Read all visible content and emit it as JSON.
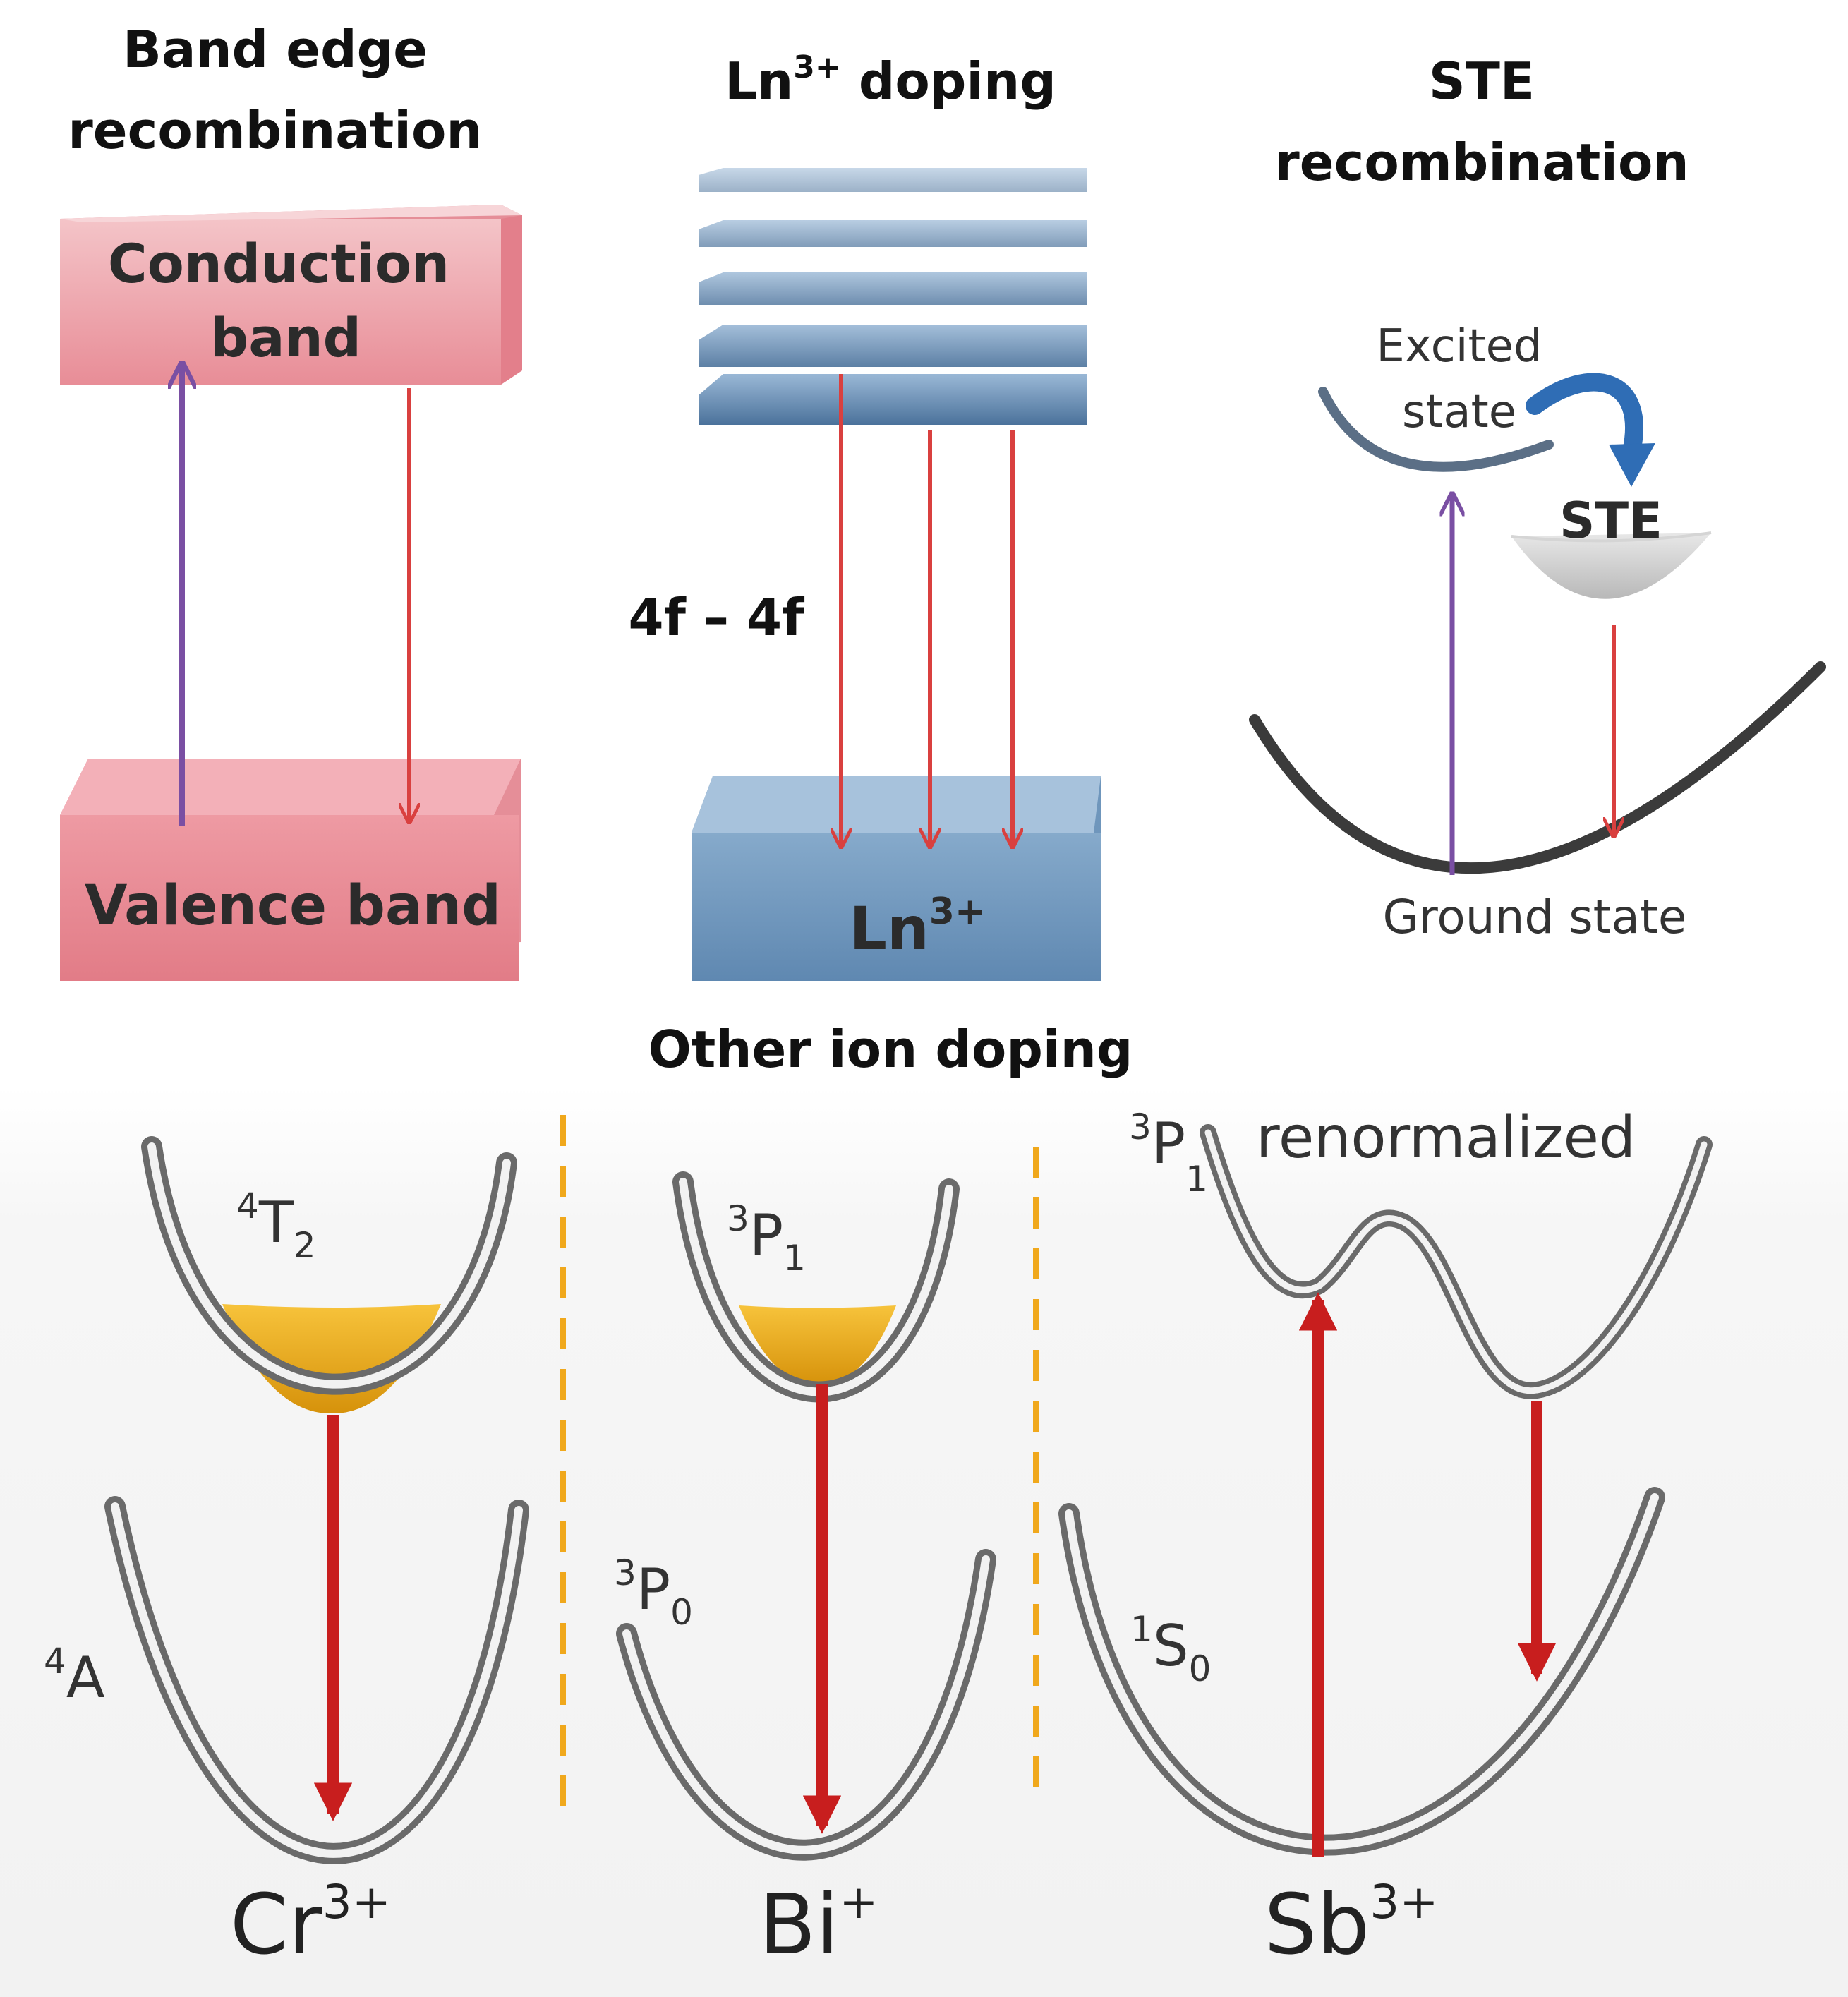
{
  "panels": {
    "band_edge": {
      "title_line1": "Band edge",
      "title_line2": "recombination",
      "conduction_line1": "Conduction",
      "conduction_line2": "band",
      "valence": "Valence band"
    },
    "ln_doping": {
      "title_base": "Ln",
      "title_sup": "3+",
      "title_rest": " doping",
      "transition": "4f – 4f",
      "ground_base": "Ln",
      "ground_sup": "3+"
    },
    "ste": {
      "title_line1": "STE",
      "title_line2": "recombination",
      "excited_line1": "Excited",
      "excited_line2": "state",
      "ste_label": "STE",
      "ground": "Ground state"
    }
  },
  "other_ion": {
    "title": "Other ion doping",
    "cr": {
      "excited_sup": "4",
      "excited_base": "T",
      "excited_sub": "2",
      "ground_sup": "4",
      "ground_base": "A",
      "ion_base": "Cr",
      "ion_sup": "3+"
    },
    "bi": {
      "excited_sup": "3",
      "excited_base": "P",
      "excited_sub": "1",
      "ground_sup": "3",
      "ground_base": "P",
      "ground_sub": "0",
      "ion_base": "Bi",
      "ion_sup": "+"
    },
    "sb": {
      "excited_sup": "3",
      "excited_base": "P",
      "excited_sub": "1",
      "excited_note": "renormalized",
      "ground_sup": "1",
      "ground_base": "S",
      "ground_sub": "0",
      "ion_base": "Sb",
      "ion_sup": "3+"
    }
  },
  "colors": {
    "band_pink": "#e98d96",
    "ln_blue": "#6d93b8",
    "arrow_red": "#d9403f",
    "arrow_purple": "#7a4fa3",
    "curve_blue": "#2f6db5",
    "gold": "#eeae12",
    "divider": "#f0a81c"
  }
}
